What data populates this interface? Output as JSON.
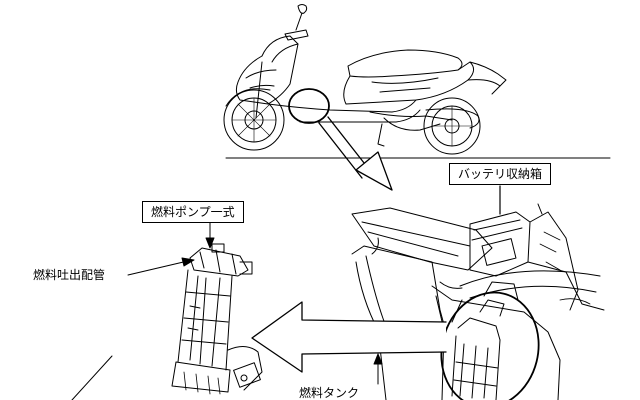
{
  "labels": {
    "battery_box": "バッテリ収納箱",
    "fuel_pump_assembly": "燃料ポンプ一式",
    "fuel_outlet_pipe": "燃料吐出配管",
    "fuel_tank": "燃料タンク"
  },
  "colors": {
    "line": "#000000",
    "background": "#ffffff"
  }
}
